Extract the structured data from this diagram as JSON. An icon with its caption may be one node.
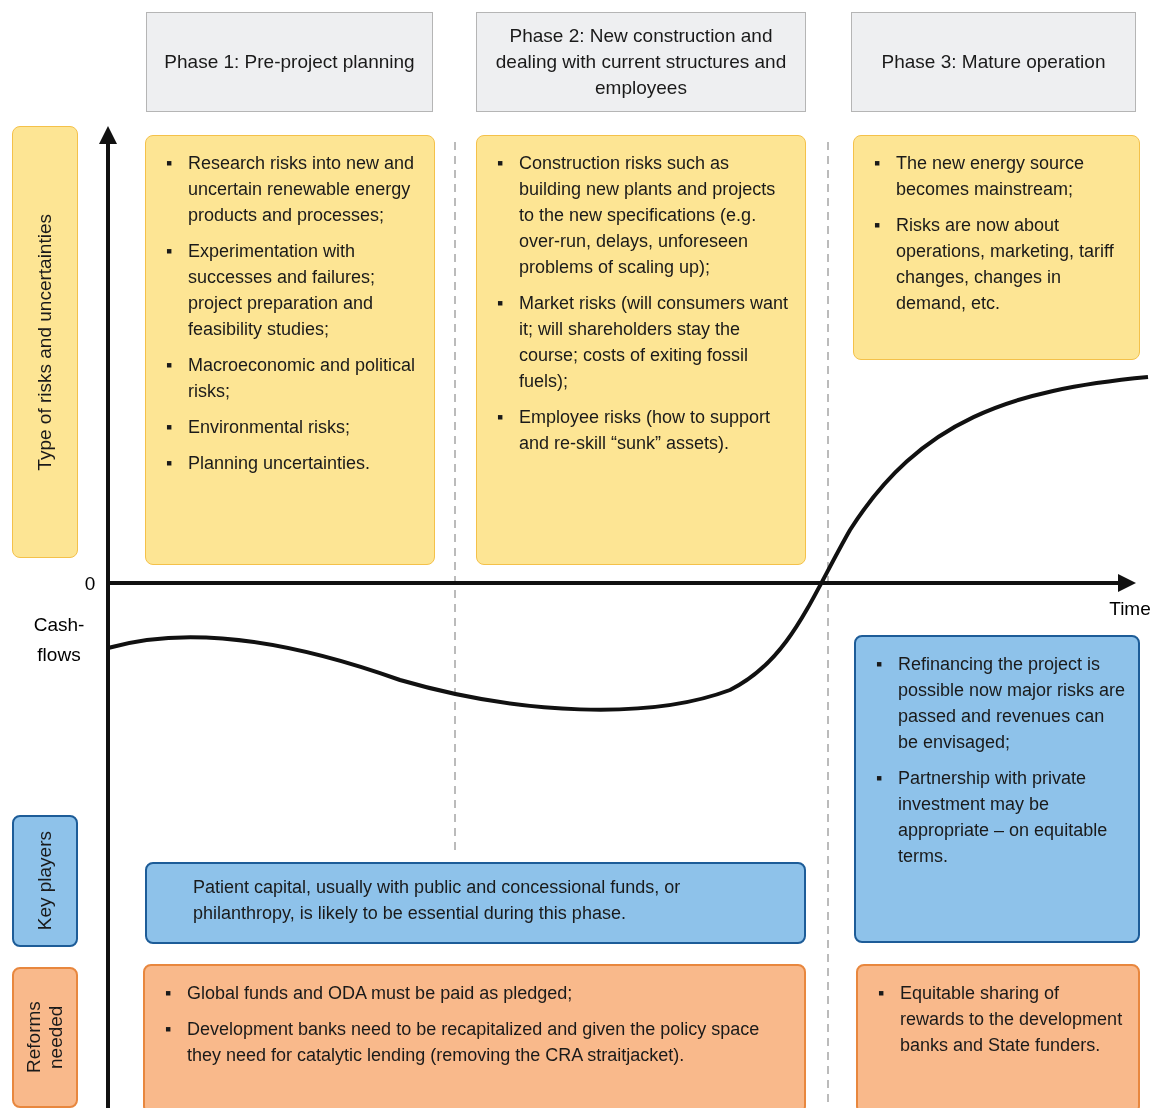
{
  "diagram": {
    "nodes": [
      {
        "text": [
          "Phase 1: Pre-project planning"
        ]
      },
      {
        "text": [
          "Phase 2: New construction and dealing with current structures and employees"
        ]
      },
      {
        "text": [
          "Phase 3: Mature operation"
        ]
      },
      {
        "text": [
          "Type of risks and uncertainties"
        ]
      },
      {
        "text": [
          "▪ Research risks into new and uncertain renewable energy products and processes;",
          "▪ Experimentation with successes and failures; project preparation and feasibility studies;",
          "▪ Macroeconomic and political risks;",
          "▪ Environmental risks;",
          "▪ Planning uncertainties."
        ]
      },
      {
        "text": [
          "▪ Construction risks such as building new plants and projects to the new specifications (e.g. over-run, delays, unforeseen problems of scaling up);",
          "▪ Market risks (will consumers want it; will shareholders stay the course; costs of exiting fossil fuels);",
          "▪ Employee risks (how to support and re-skill “sunk” assets)."
        ]
      },
      {
        "text": [
          "▪ The new energy source becomes mainstream;",
          "▪ Risks are now about operations, marketing, tariff changes, changes in demand, etc."
        ]
      },
      {
        "text": [
          "Key players"
        ]
      },
      {
        "text": [
          "Patient capital, usually with public and concessional funds, or philanthropy, is likely to be essential during this phase."
        ]
      },
      {
        "text": [
          "▪ Refinancing the project is possible now major risks are passed and revenues can be envisaged;",
          "▪ Partnership with private investment may be appropriate – on equitable  terms."
        ]
      },
      {
        "text": [
          "Reforms needed"
        ]
      },
      {
        "text": [
          "▪ Global funds and ODA must be paid as pledged;",
          "▪ Development banks need to be recapitalized and given the policy space they need for catalytic lending (removing the CRA straitjacket)."
        ]
      },
      {
        "text": [
          "▪ Equitable sharing of rewards to the development banks and State funders."
        ]
      }
    ],
    "labels": [
      "0",
      "Cash-flows",
      "Time"
    ]
  }
}
